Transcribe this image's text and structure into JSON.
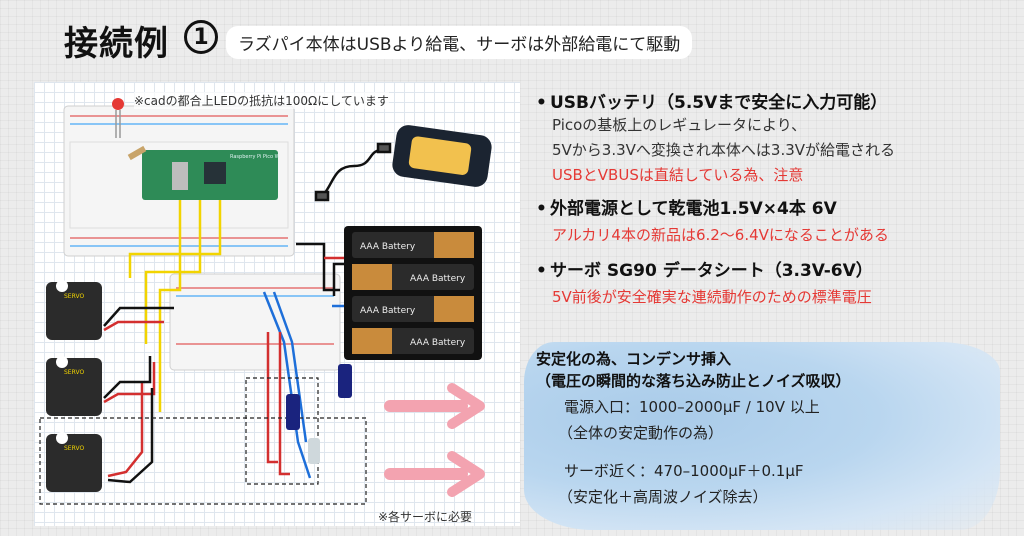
{
  "header": {
    "title": "接続例",
    "number": "1",
    "subtitle": "ラズパイ本体はUSBより給電、サーボは外部給電にて駆動"
  },
  "photo": {
    "note_top": "※cadの都合上LEDの抵抗は100Ωにしています",
    "note_bottom": "※各サーボに必要",
    "battery_label": "AAA Battery",
    "servo_label": "SERVO",
    "board_label": "Raspberry Pi Pico W"
  },
  "bullets": [
    {
      "heading": "USBバッテリ（5.5Vまで安全に入力可能）",
      "lines": [
        {
          "text": "Picoの基板上のレギュレータにより、",
          "color": "normal"
        },
        {
          "text": "5Vから3.3Vへ変換され本体へは3.3Vが給電される",
          "color": "normal"
        },
        {
          "text": "USBとVBUSは直結している為、注意",
          "color": "red"
        }
      ]
    },
    {
      "heading": "外部電源として乾電池1.5V×4本 6V",
      "lines": [
        {
          "text": "アルカリ4本の新品は6.2〜6.4Vになることがある",
          "color": "red"
        }
      ]
    },
    {
      "heading": "サーボ SG90 データシート（3.3V-6V）",
      "lines": [
        {
          "text": "5V前後が安全確実な連続動作のための標準電圧",
          "color": "red"
        }
      ]
    }
  ],
  "capacitor": {
    "heading1": "安定化の為、コンデンサ挿入",
    "heading2": "（電圧の瞬間的な落ち込み防止とノイズ吸収）",
    "line1": "電源入口：1000–2000μF / 10V 以上",
    "line2": "（全体の安定動作の為）",
    "line3": "サーボ近く：470–1000μF＋0.1μF",
    "line4": "（安定化＋高周波ノイズ除去）"
  },
  "colors": {
    "accent_red": "#e53935",
    "arrow_pink": "#f3a3b0",
    "board_green": "#2e8b57",
    "wire_yellow": "#f2d400",
    "wire_red": "#d32f2f",
    "wire_blue": "#1e6fd9"
  }
}
